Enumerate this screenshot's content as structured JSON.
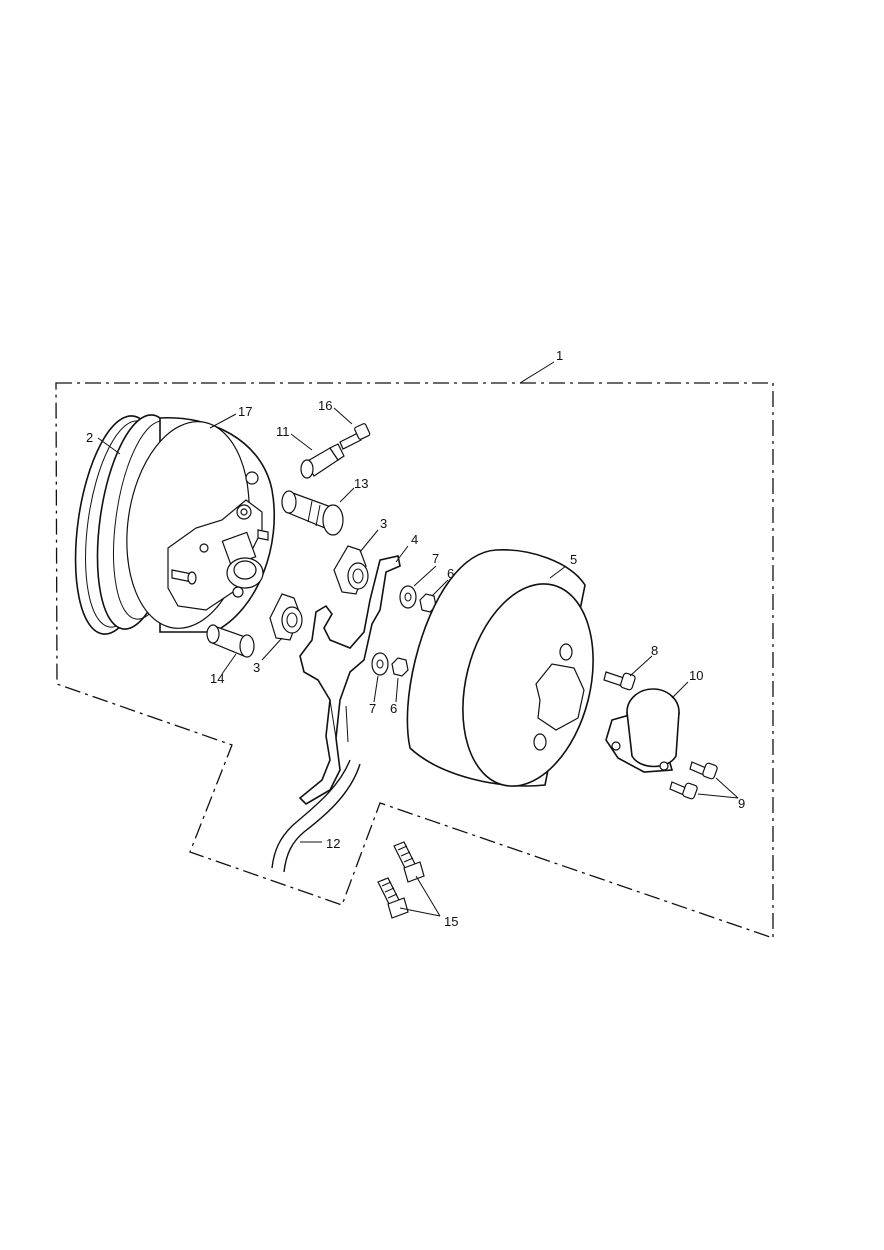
{
  "callouts": [
    {
      "id": "c1",
      "label": "1"
    },
    {
      "id": "c2",
      "label": "2"
    },
    {
      "id": "c3a",
      "label": "3"
    },
    {
      "id": "c3b",
      "label": "3"
    },
    {
      "id": "c4",
      "label": "4"
    },
    {
      "id": "c5",
      "label": "5"
    },
    {
      "id": "c6a",
      "label": "6"
    },
    {
      "id": "c6b",
      "label": "6"
    },
    {
      "id": "c7a",
      "label": "7"
    },
    {
      "id": "c7b",
      "label": "7"
    },
    {
      "id": "c8",
      "label": "8"
    },
    {
      "id": "c9",
      "label": "9"
    },
    {
      "id": "c10",
      "label": "10"
    },
    {
      "id": "c11",
      "label": "11"
    },
    {
      "id": "c12",
      "label": "12"
    },
    {
      "id": "c13",
      "label": "13"
    },
    {
      "id": "c14",
      "label": "14"
    },
    {
      "id": "c15",
      "label": "15"
    },
    {
      "id": "c16",
      "label": "16"
    },
    {
      "id": "c17",
      "label": "17"
    }
  ]
}
